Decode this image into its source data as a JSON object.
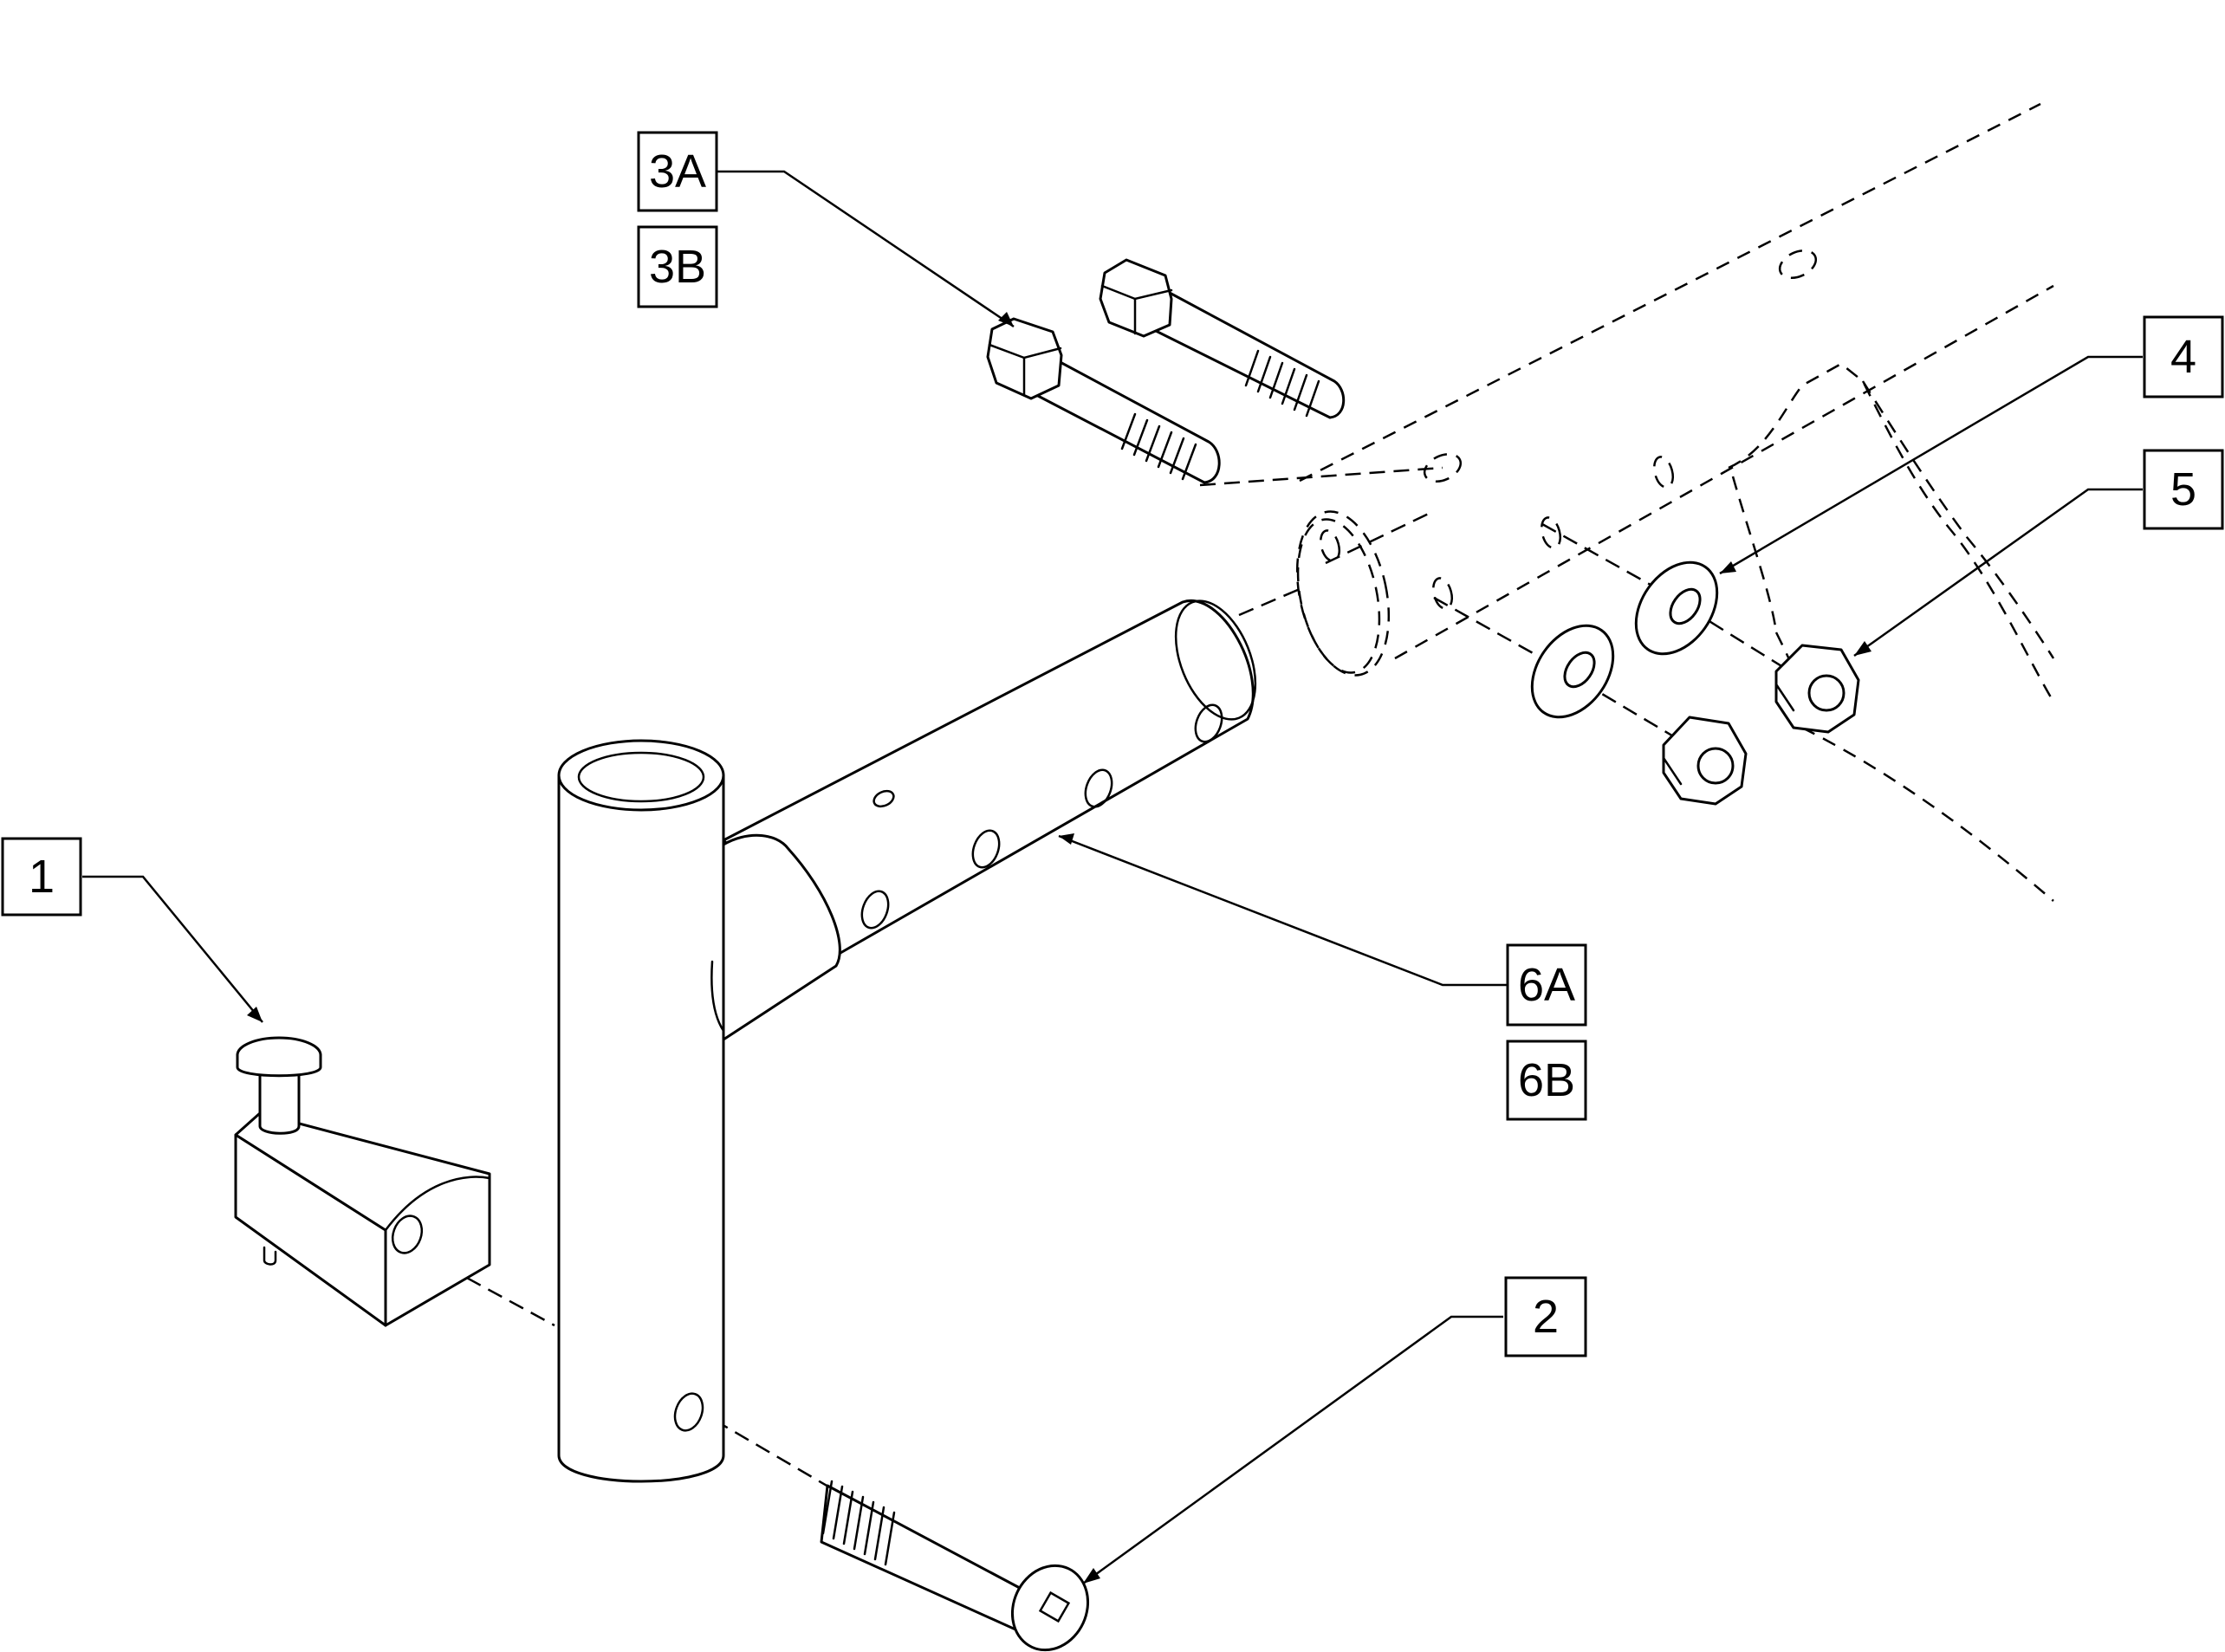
{
  "callouts": {
    "c1": "1",
    "c2": "2",
    "c3a": "3A",
    "c3b": "3B",
    "c4": "4",
    "c5": "5",
    "c6a": "6A",
    "c6b": "6B"
  },
  "colors": {
    "line": "#000000",
    "background": "#ffffff"
  }
}
